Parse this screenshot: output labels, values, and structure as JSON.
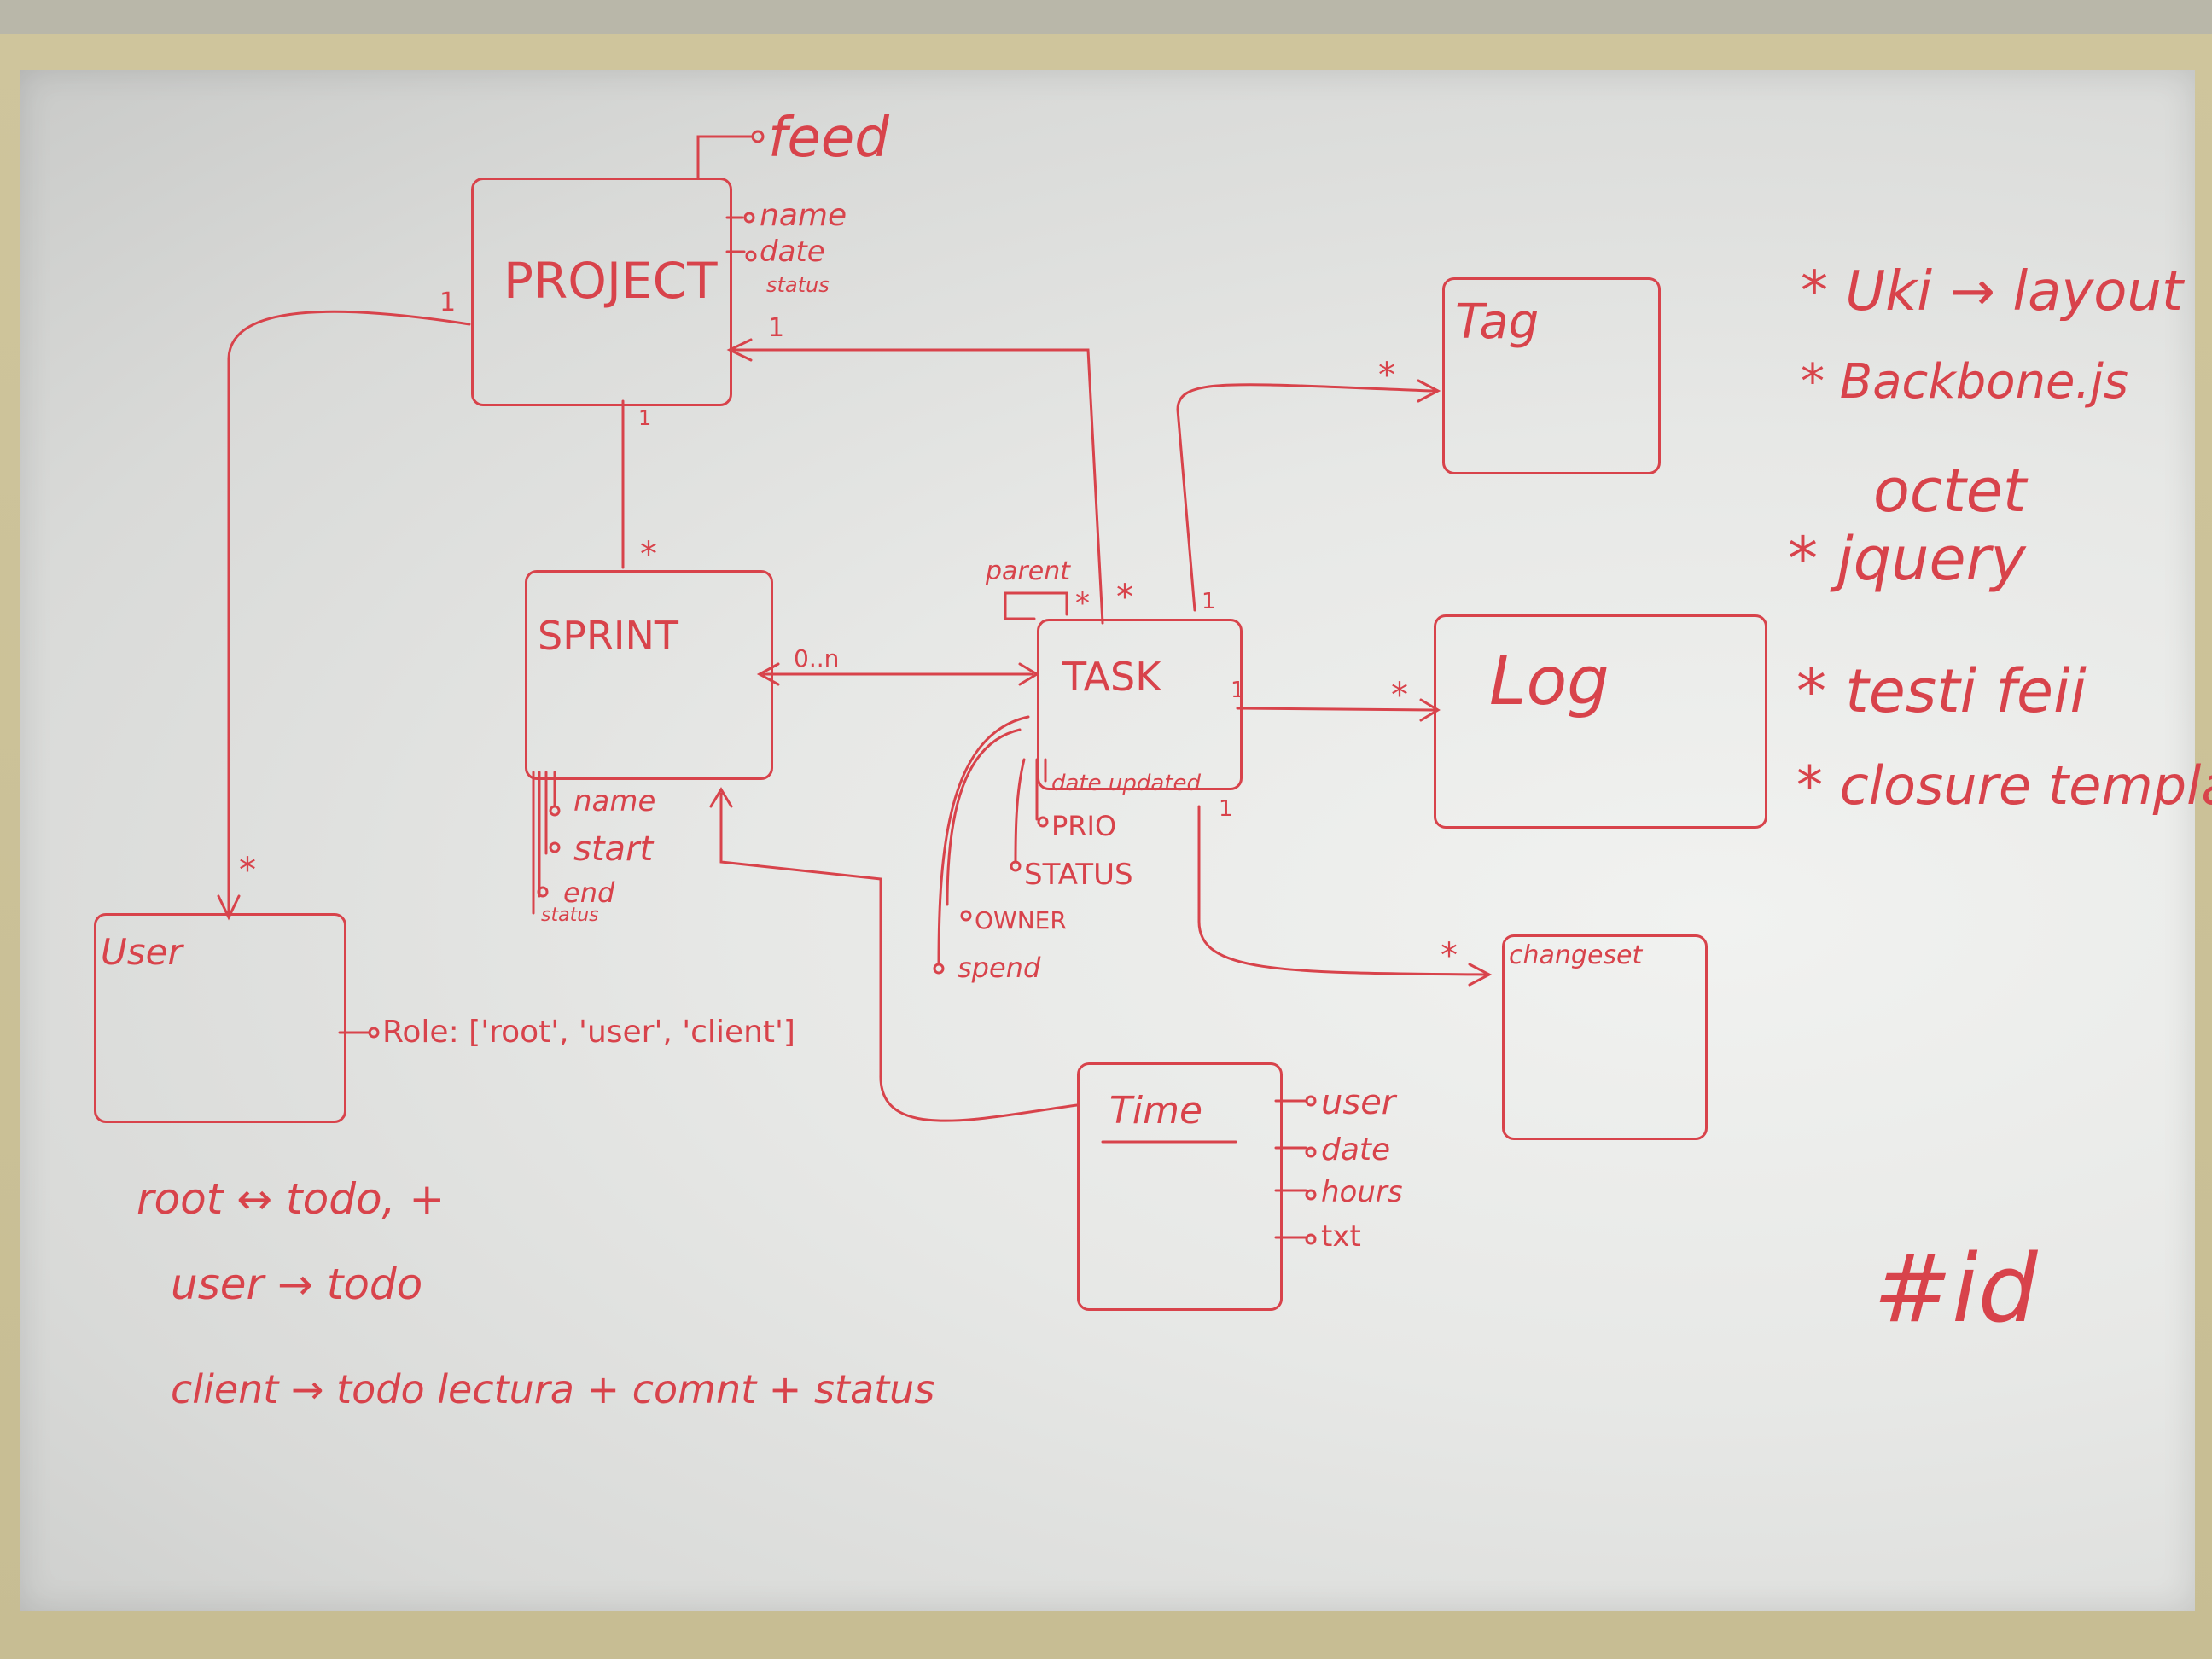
{
  "entities": {
    "project": "PROJECT",
    "sprint": "SPRINT",
    "task": "TASK",
    "tag": "Tag",
    "log": "Log",
    "user": "User",
    "changeset": "changeset",
    "time": "Time"
  },
  "project_attrs": {
    "feed": "feed",
    "name": "name",
    "date": "date",
    "status": "status"
  },
  "sprint_attrs": {
    "name": "name",
    "start": "start",
    "end": "end",
    "status": "status"
  },
  "task_attrs": {
    "date_updated": "date updated",
    "prio": "PRIO",
    "status": "STATUS",
    "owner": "OWNER",
    "spend": "spend",
    "parent": "parent"
  },
  "time_attrs": {
    "user": "user",
    "date": "date",
    "hours": "hours",
    "txt": "txt"
  },
  "user_attrs": {
    "role": "Role: ['root', 'user', 'client']"
  },
  "cardinality": {
    "one": "1",
    "many": "*",
    "zero_to_n": "0..n"
  },
  "notes": {
    "root": "root ↔ todo, +",
    "user": "user → todo",
    "client": "client → todo lectura + comnt + status"
  },
  "tech_list": [
    "* Uki → layout",
    "* Backbone.js",
    "octet",
    "* jquery",
    "* testi feii",
    "* closure templates"
  ],
  "id_note": "#id",
  "colors": {
    "ink": "#d8434b",
    "board": "#e8e9e7",
    "frame": "#cbc199"
  }
}
